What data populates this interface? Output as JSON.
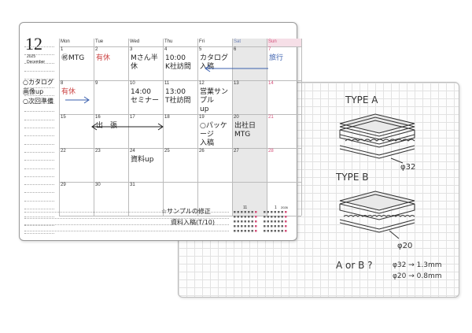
{
  "calendar": {
    "month_number": "12",
    "year": "2025",
    "month_name": "December",
    "weekdays": [
      "Mon",
      "Tue",
      "Wed",
      "Thu",
      "Fri",
      "Sat",
      "Sun"
    ],
    "weekday_colors": {
      "sat": "#6a7fb5",
      "sun": "#d4507a"
    },
    "weeks": [
      {
        "dates": [
          "1",
          "2",
          "3",
          "4",
          "5",
          "6",
          "7"
        ],
        "notes": [
          "㊗MTG",
          "有休",
          "Mさん半休",
          "10:00\nK社訪問",
          "カタログ\n入稿",
          "",
          "旅行"
        ]
      },
      {
        "dates": [
          "8",
          "9",
          "10",
          "11",
          "12",
          "13",
          "14"
        ],
        "notes": [
          "有休",
          "",
          "14:00\nセミナー",
          "13:00\nT社訪問",
          "営業サンプル\nup",
          "",
          ""
        ]
      },
      {
        "dates": [
          "15",
          "16",
          "17",
          "18",
          "19",
          "20",
          "21"
        ],
        "notes": [
          "",
          "出　張",
          "",
          "",
          "○パッケージ\n入稿",
          "出社日\nMTG",
          ""
        ]
      },
      {
        "dates": [
          "22",
          "23",
          "24",
          "25",
          "26",
          "27",
          "28"
        ],
        "notes": [
          "",
          "",
          "資料up",
          "",
          "",
          "",
          ""
        ]
      },
      {
        "dates": [
          "29",
          "30",
          "31",
          "",
          "",
          "",
          ""
        ],
        "notes": [
          "",
          "",
          "",
          "",
          "",
          "",
          ""
        ]
      }
    ],
    "memo_lines": [
      "○カタログ",
      "画像up",
      "○次回準備"
    ],
    "memo_notes": [
      "☆サンプルの修正",
      "資料入稿(T/10)"
    ],
    "mini_calendar": {
      "label_left": "11",
      "label_right": "1",
      "year": "2026"
    }
  },
  "grid_sketch": {
    "type_a_label": "TYPE A",
    "type_a_dim": "φ32",
    "type_b_label": "TYPE B",
    "type_b_dim": "φ20",
    "question": "A or B ?",
    "note_1": "φ32 → 1.3mm",
    "note_2": "φ20 → 0.8mm"
  }
}
